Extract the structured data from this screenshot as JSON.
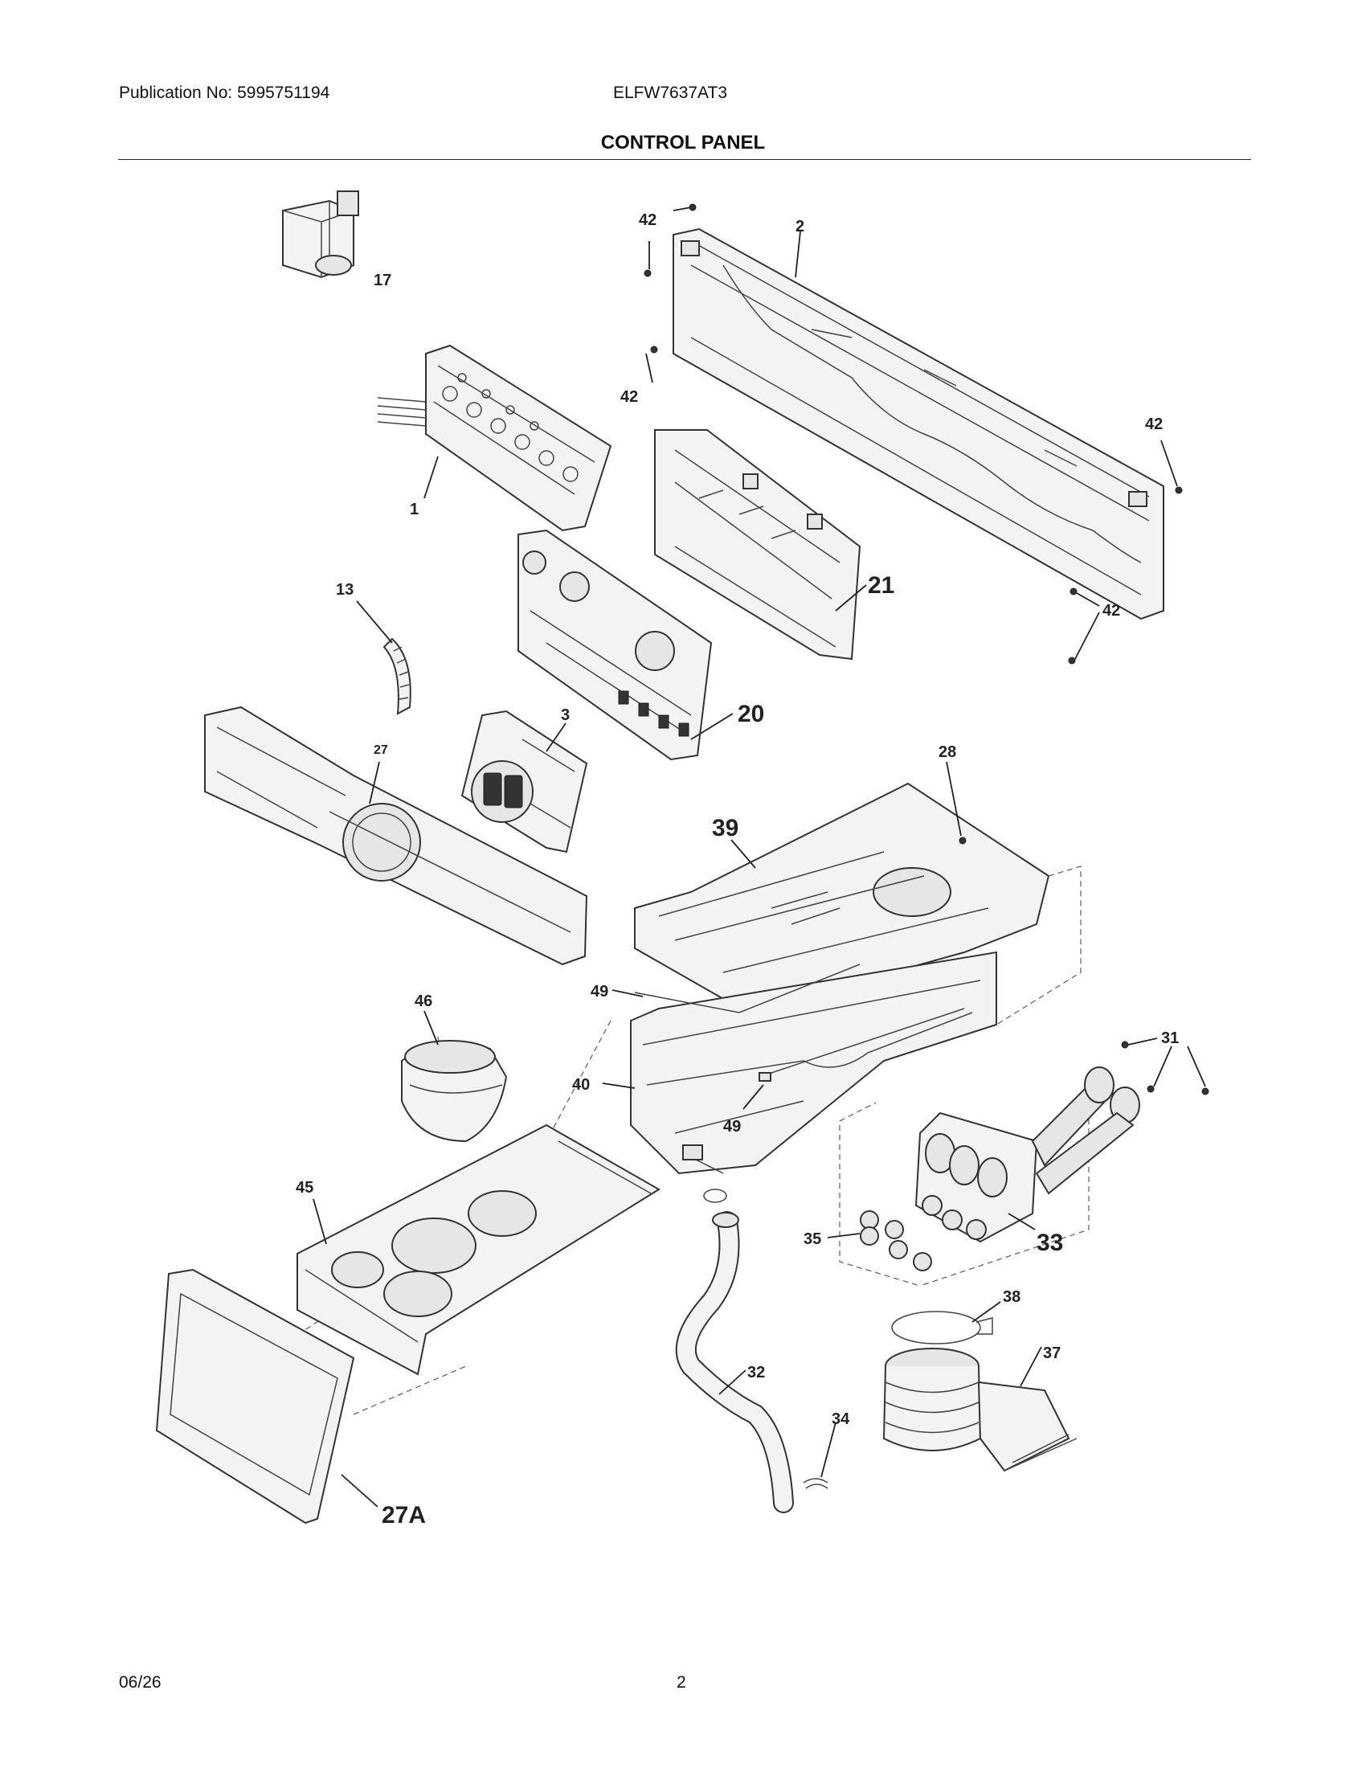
{
  "header": {
    "publication": "Publication No: 5995751194",
    "model": "ELFW7637AT3",
    "section_title": "CONTROL PANEL"
  },
  "footer": {
    "date": "06/26",
    "page": "2"
  },
  "callouts": {
    "c17": "17",
    "c42a": "42",
    "c2": "2",
    "c42b": "42",
    "c42c": "42",
    "c42d": "42",
    "c1": "1",
    "c21": "21",
    "c13": "13",
    "c20": "20",
    "c3": "3",
    "c27": "27",
    "c28": "28",
    "c39": "39",
    "c46": "46",
    "c49a": "49",
    "c40": "40",
    "c49b": "49",
    "c31": "31",
    "c45": "45",
    "c35": "35",
    "c33": "33",
    "c38": "38",
    "c37": "37",
    "c32": "32",
    "c34": "34",
    "c27a": "27A"
  }
}
